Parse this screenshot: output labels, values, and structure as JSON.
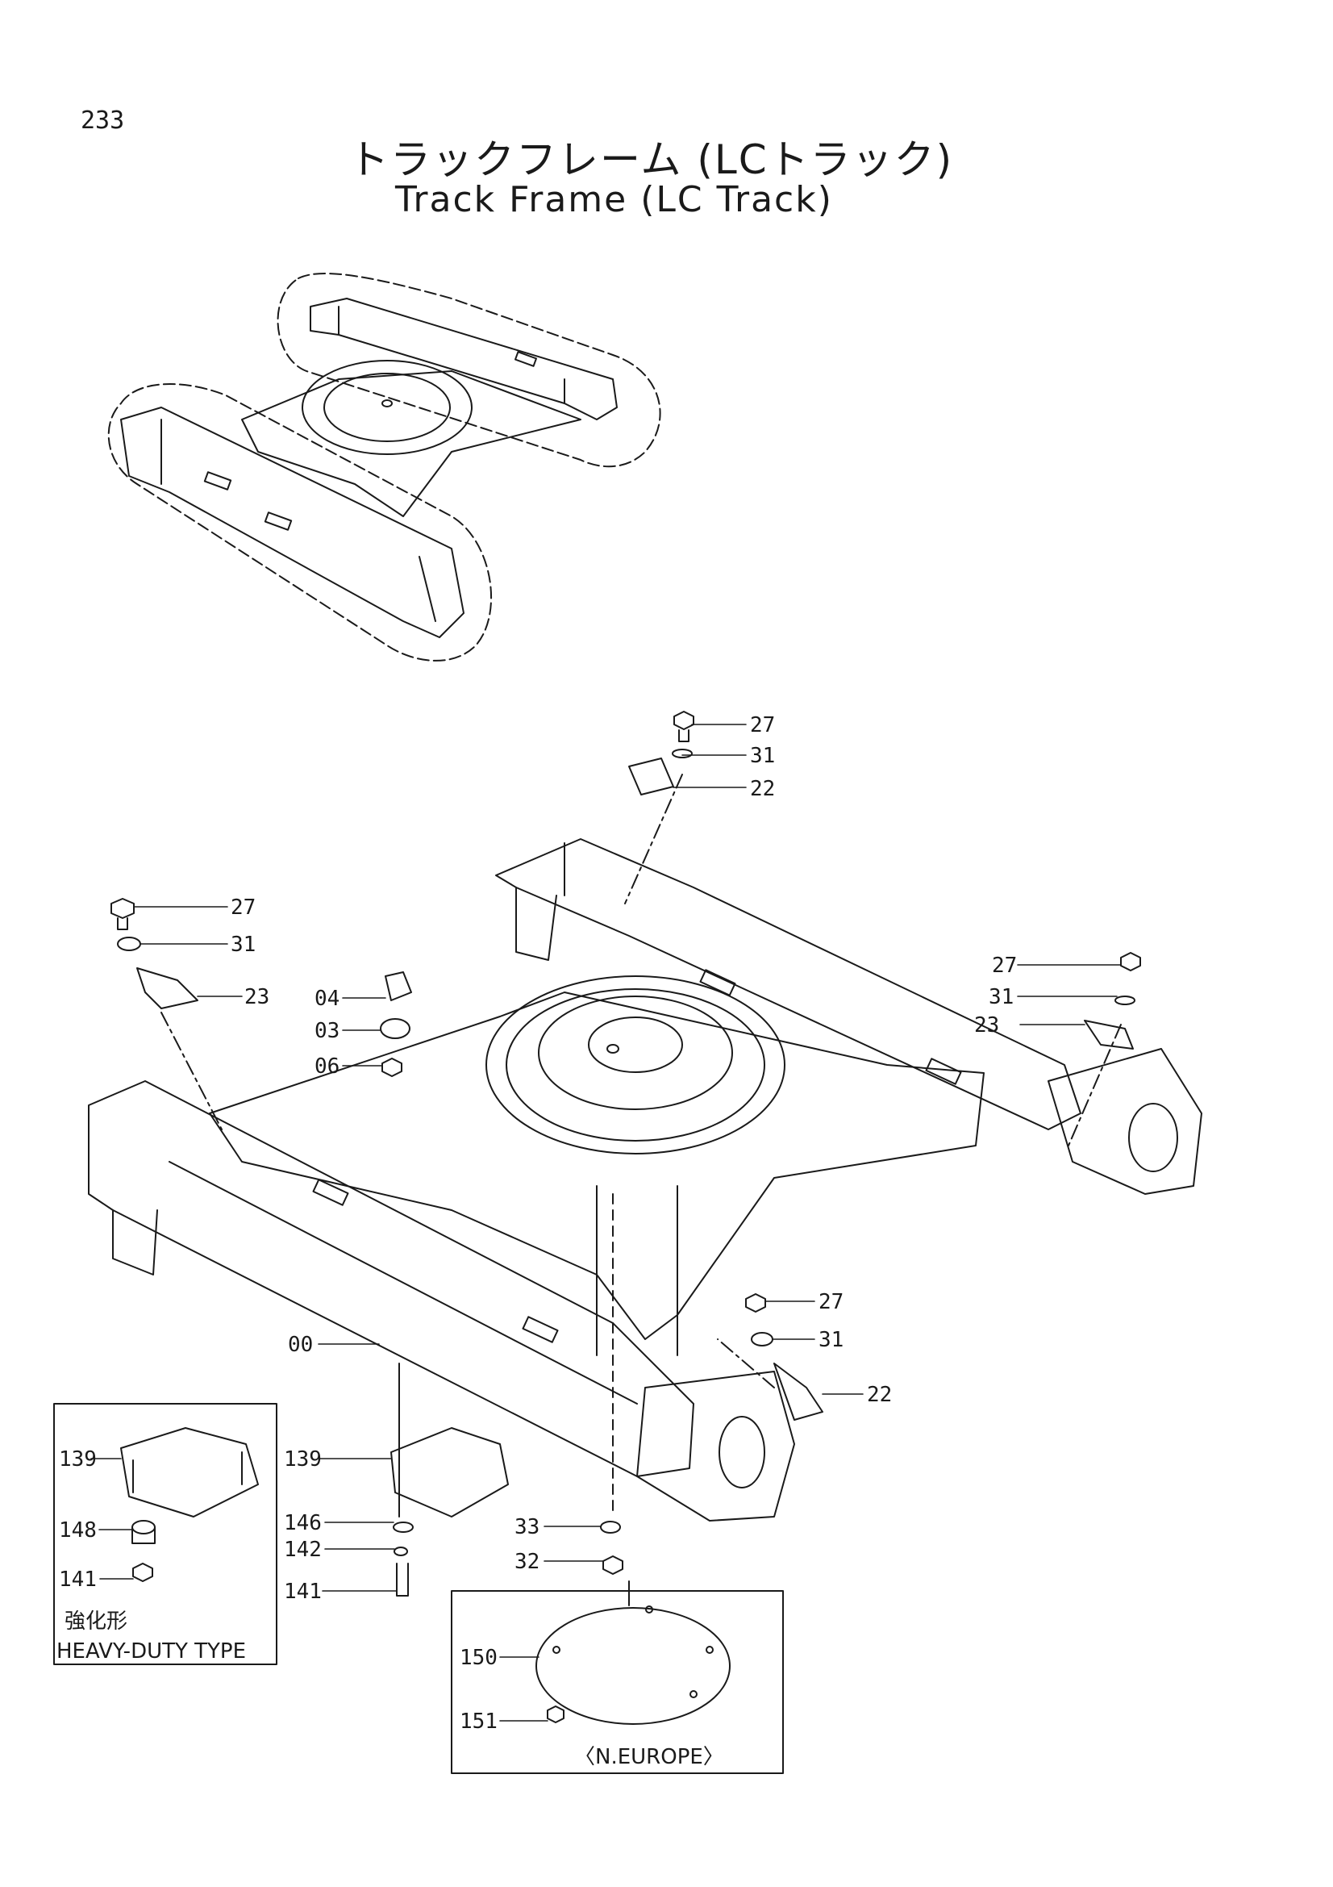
{
  "page_number": "233",
  "title_jp": "トラックフレーム (LCトラック)",
  "title_en": "Track Frame (LC Track)",
  "colors": {
    "ink": "#1a1a1a",
    "paper": "#ffffff"
  },
  "callouts": [
    {
      "id": "c-27a",
      "label": "27"
    },
    {
      "id": "c-31a",
      "label": "31"
    },
    {
      "id": "c-22a",
      "label": "22"
    },
    {
      "id": "c-27b",
      "label": "27"
    },
    {
      "id": "c-31b",
      "label": "31"
    },
    {
      "id": "c-23a",
      "label": "23"
    },
    {
      "id": "c-04",
      "label": "04"
    },
    {
      "id": "c-03",
      "label": "03"
    },
    {
      "id": "c-06",
      "label": "06"
    },
    {
      "id": "c-27c",
      "label": "27"
    },
    {
      "id": "c-31c",
      "label": "31"
    },
    {
      "id": "c-23b",
      "label": "23"
    },
    {
      "id": "c-27d",
      "label": "27"
    },
    {
      "id": "c-31d",
      "label": "31"
    },
    {
      "id": "c-22b",
      "label": "22"
    },
    {
      "id": "c-00",
      "label": "00"
    },
    {
      "id": "c-139a",
      "label": "139"
    },
    {
      "id": "c-148",
      "label": "148"
    },
    {
      "id": "c-141a",
      "label": "141"
    },
    {
      "id": "c-139b",
      "label": "139"
    },
    {
      "id": "c-146",
      "label": "146"
    },
    {
      "id": "c-142",
      "label": "142"
    },
    {
      "id": "c-141b",
      "label": "141"
    },
    {
      "id": "c-33",
      "label": "33"
    },
    {
      "id": "c-32",
      "label": "32"
    },
    {
      "id": "c-150",
      "label": "150"
    },
    {
      "id": "c-151",
      "label": "151"
    }
  ],
  "heavy_duty_box": {
    "caption_jp": "強化形",
    "caption_en": "HEAVY-DUTY TYPE"
  },
  "north_europe_box": {
    "caption": "〈N.EUROPE〉"
  }
}
